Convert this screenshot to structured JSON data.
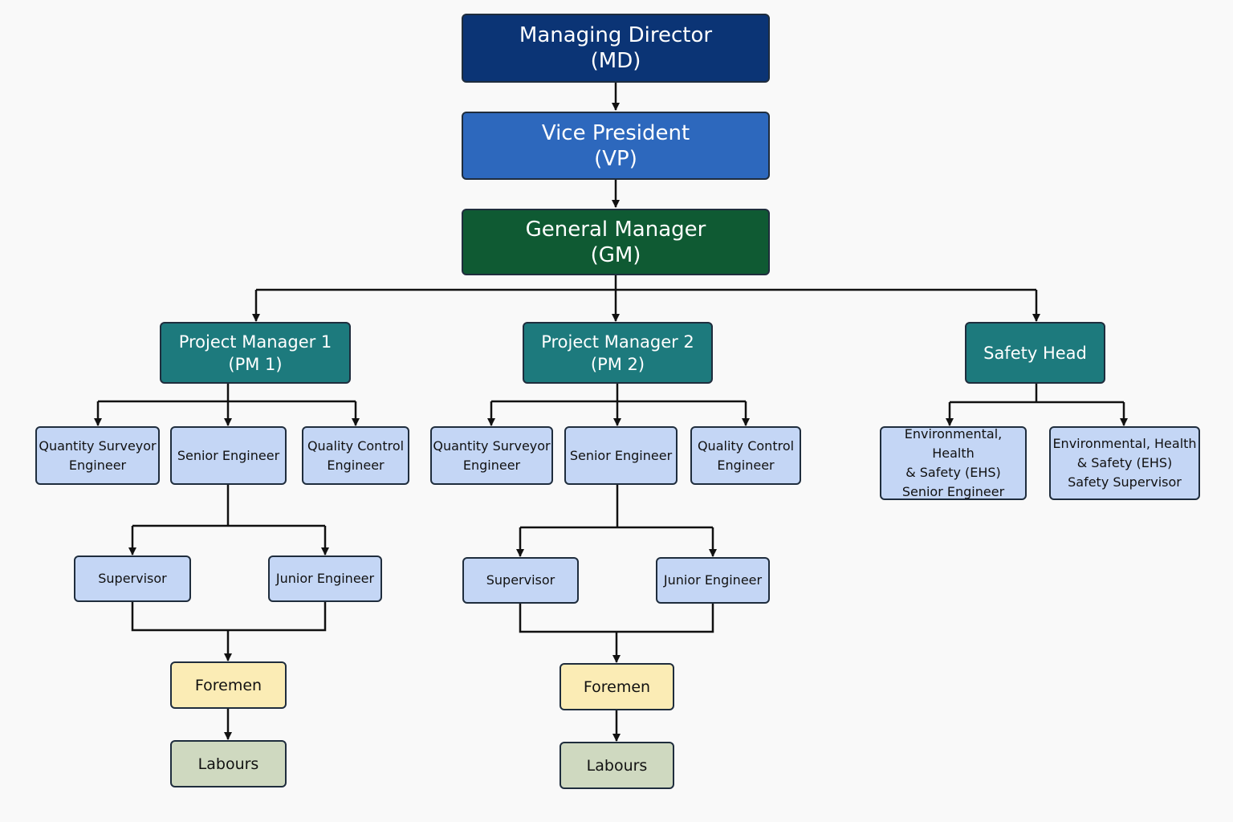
{
  "chart": {
    "md": {
      "line1": "Managing Director",
      "line2": "(MD)"
    },
    "vp": {
      "line1": "Vice President",
      "line2": "(VP)"
    },
    "gm": {
      "line1": "General Manager",
      "line2": "(GM)"
    },
    "pm1": {
      "line1": "Project Manager 1",
      "line2": "(PM 1)",
      "qs": {
        "line1": "Quantity Surveyor",
        "line2": "Engineer"
      },
      "senior": "Senior Engineer",
      "qc": {
        "line1": "Quality Control",
        "line2": "Engineer"
      },
      "supervisor": "Supervisor",
      "junior": "Junior Engineer",
      "foremen": "Foremen",
      "labours": "Labours"
    },
    "pm2": {
      "line1": "Project Manager 2",
      "line2": "(PM 2)",
      "qs": {
        "line1": "Quantity Surveyor",
        "line2": "Engineer"
      },
      "senior": "Senior Engineer",
      "qc": {
        "line1": "Quality Control",
        "line2": "Engineer"
      },
      "supervisor": "Supervisor",
      "junior": "Junior Engineer",
      "foremen": "Foremen",
      "labours": "Labours"
    },
    "safety": {
      "head": "Safety Head",
      "ehs_senior": {
        "line1": "Environmental, Health",
        "line2": "& Safety (EHS)",
        "line3": "Senior Engineer"
      },
      "ehs_supervisor": {
        "line1": "Environmental, Health",
        "line2": "& Safety (EHS)",
        "line3": "Safety Supervisor"
      }
    }
  },
  "colors": {
    "md": "#0b3475",
    "vp": "#2d68bd",
    "gm": "#0f5a33",
    "manager": "#1d7a7d",
    "role": "#c4d6f5",
    "foremen": "#fbecb5",
    "labours": "#cfd9c0",
    "connector": "#111111"
  }
}
